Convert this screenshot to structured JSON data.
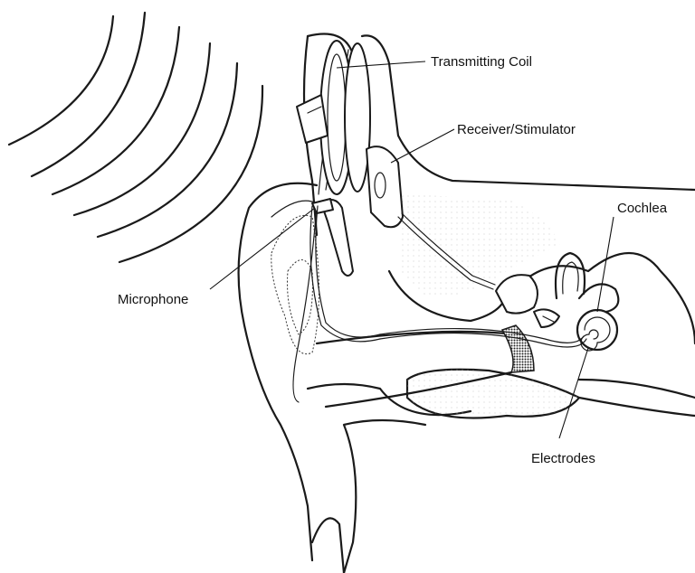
{
  "labels": {
    "transmitting_coil": "Transmitting Coil",
    "receiver_stimulator": "Receiver/Stimulator",
    "cochlea": "Cochlea",
    "microphone": "Microphone",
    "electrodes": "Electrodes"
  },
  "colors": {
    "ink": "#1a1a1a",
    "background": "#ffffff",
    "eardrum_shade": "#3a3a3a"
  }
}
